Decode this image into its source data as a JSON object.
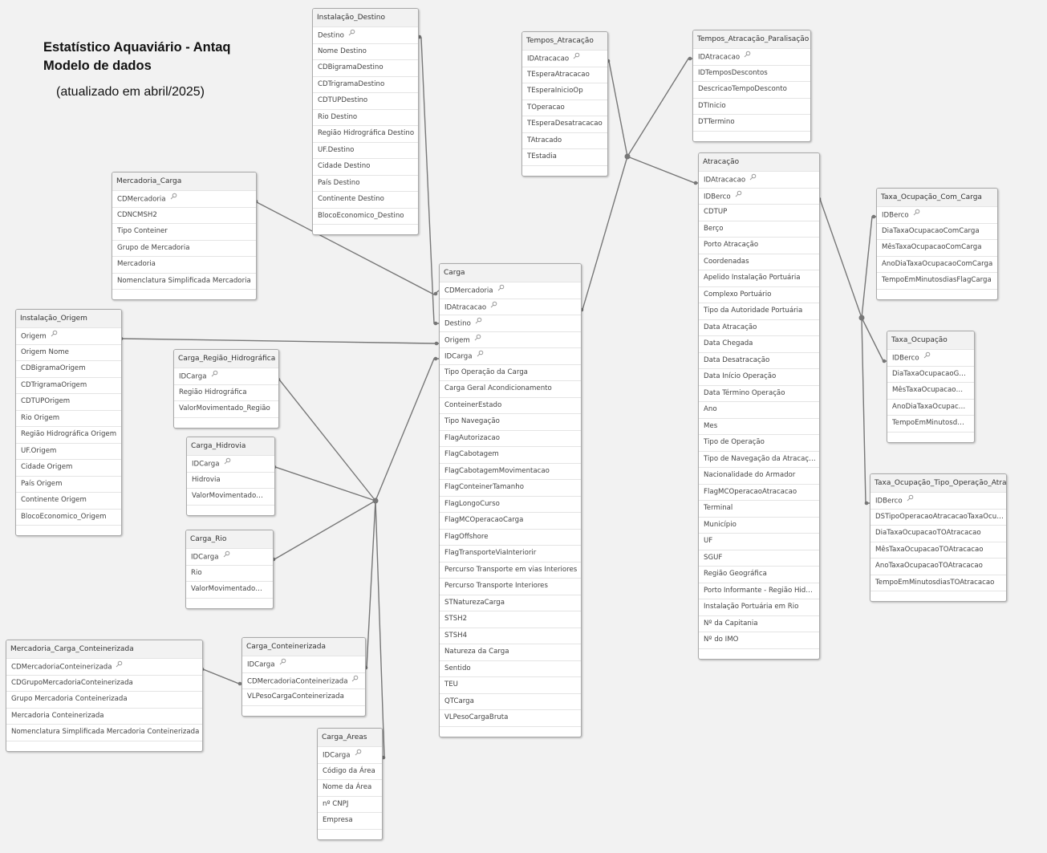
{
  "header": {
    "title_line1": "Estatístico Aquaviário - Antaq",
    "title_line2": "Modelo de dados",
    "subtitle": "(atualizado em abril/2025)"
  },
  "colors": {
    "background": "#f2f2f2",
    "link": "#777777",
    "table_header": "#f2f2f2"
  },
  "tables": [
    {
      "id": "instalacao_destino",
      "name": "Instalação_Destino",
      "fields": [
        {
          "n": "Destino",
          "key": true
        },
        {
          "n": "Nome Destino"
        },
        {
          "n": "CDBigramaDestino"
        },
        {
          "n": "CDTrigramaDestino"
        },
        {
          "n": "CDTUPDestino"
        },
        {
          "n": "Rio Destino"
        },
        {
          "n": "Região Hidrográfica Destino"
        },
        {
          "n": "UF.Destino"
        },
        {
          "n": "Cidade Destino"
        },
        {
          "n": "País Destino"
        },
        {
          "n": "Continente Destino"
        },
        {
          "n": "BlocoEconomico_Destino"
        }
      ]
    },
    {
      "id": "tempos_atracacao",
      "name": "Tempos_Atracação",
      "fields": [
        {
          "n": "IDAtracacao",
          "key": true
        },
        {
          "n": "TEsperaAtracacao"
        },
        {
          "n": "TEsperaInicioOp"
        },
        {
          "n": "TOperacao"
        },
        {
          "n": "TEsperaDesatracacao"
        },
        {
          "n": "TAtracado"
        },
        {
          "n": "TEstadia"
        }
      ]
    },
    {
      "id": "tempos_paralisacao",
      "name": "Tempos_Atracação_Paralisação",
      "fields": [
        {
          "n": "IDAtracacao",
          "key": true
        },
        {
          "n": "IDTemposDescontos"
        },
        {
          "n": "DescricaoTempoDesconto"
        },
        {
          "n": "DTInicio"
        },
        {
          "n": "DTTermino"
        }
      ]
    },
    {
      "id": "mercadoria_carga",
      "name": "Mercadoria_Carga",
      "fields": [
        {
          "n": "CDMercadoria",
          "key": true
        },
        {
          "n": "CDNCMSH2"
        },
        {
          "n": "Tipo Conteiner"
        },
        {
          "n": "Grupo de Mercadoria"
        },
        {
          "n": "Mercadoria"
        },
        {
          "n": "Nomenclatura Simplificada Mercadoria"
        }
      ]
    },
    {
      "id": "instalacao_origem",
      "name": "Instalação_Origem",
      "fields": [
        {
          "n": "Origem",
          "key": true
        },
        {
          "n": "Origem Nome"
        },
        {
          "n": "CDBigramaOrigem"
        },
        {
          "n": "CDTrigramaOrigem"
        },
        {
          "n": "CDTUPOrigem"
        },
        {
          "n": "Rio Origem"
        },
        {
          "n": "Região Hidrográfica Origem"
        },
        {
          "n": "UF.Origem"
        },
        {
          "n": "Cidade Origem"
        },
        {
          "n": "País Origem"
        },
        {
          "n": "Continente Origem"
        },
        {
          "n": "BlocoEconomico_Origem"
        }
      ]
    },
    {
      "id": "carga_regiao",
      "name": "Carga_Região_Hidrográfica",
      "fields": [
        {
          "n": "IDCarga",
          "key": true
        },
        {
          "n": "Região Hidrográfica"
        },
        {
          "n": "ValorMovimentado_Região"
        }
      ]
    },
    {
      "id": "carga_hidrovia",
      "name": "Carga_Hidrovia",
      "fields": [
        {
          "n": "IDCarga",
          "key": true
        },
        {
          "n": "Hidrovia"
        },
        {
          "n": "ValorMovimentado…"
        }
      ]
    },
    {
      "id": "carga_rio",
      "name": "Carga_Rio",
      "fields": [
        {
          "n": "IDCarga",
          "key": true
        },
        {
          "n": "Rio"
        },
        {
          "n": "ValorMovimentado…"
        }
      ]
    },
    {
      "id": "carga",
      "name": "Carga",
      "fields": [
        {
          "n": "CDMercadoria",
          "key": true
        },
        {
          "n": "IDAtracacao",
          "key": true
        },
        {
          "n": "Destino",
          "key": true
        },
        {
          "n": "Origem",
          "key": true
        },
        {
          "n": "IDCarga",
          "key": true
        },
        {
          "n": "Tipo Operação da Carga"
        },
        {
          "n": "Carga Geral Acondicionamento"
        },
        {
          "n": "ConteinerEstado"
        },
        {
          "n": "Tipo Navegação"
        },
        {
          "n": "FlagAutorizacao"
        },
        {
          "n": "FlagCabotagem"
        },
        {
          "n": "FlagCabotagemMovimentacao"
        },
        {
          "n": "FlagConteinerTamanho"
        },
        {
          "n": "FlagLongoCurso"
        },
        {
          "n": "FlagMCOperacaoCarga"
        },
        {
          "n": "FlagOffshore"
        },
        {
          "n": "FlagTransporteViaInteriorir"
        },
        {
          "n": "Percurso Transporte em vias Interiores"
        },
        {
          "n": "Percurso Transporte Interiores"
        },
        {
          "n": "STNaturezaCarga"
        },
        {
          "n": "STSH2"
        },
        {
          "n": "STSH4"
        },
        {
          "n": "Natureza da Carga"
        },
        {
          "n": "Sentido"
        },
        {
          "n": "TEU"
        },
        {
          "n": "QTCarga"
        },
        {
          "n": "VLPesoCargaBruta"
        }
      ]
    },
    {
      "id": "atracacao",
      "name": "Atracação",
      "fields": [
        {
          "n": "IDAtracacao",
          "key": true
        },
        {
          "n": "IDBerco",
          "key": true
        },
        {
          "n": "CDTUP"
        },
        {
          "n": "Berço"
        },
        {
          "n": "Porto Atracação"
        },
        {
          "n": "Coordenadas"
        },
        {
          "n": "Apelido Instalação Portuária"
        },
        {
          "n": "Complexo Portuário"
        },
        {
          "n": "Tipo da Autoridade Portuária"
        },
        {
          "n": "Data Atracação"
        },
        {
          "n": "Data Chegada"
        },
        {
          "n": "Data Desatracação"
        },
        {
          "n": "Data Início Operação"
        },
        {
          "n": "Data Término Operação"
        },
        {
          "n": "Ano"
        },
        {
          "n": "Mes"
        },
        {
          "n": "Tipo de Operação"
        },
        {
          "n": "Tipo de Navegação da Atracaç…"
        },
        {
          "n": "Nacionalidade do Armador"
        },
        {
          "n": "FlagMCOperacaoAtracacao"
        },
        {
          "n": "Terminal"
        },
        {
          "n": "Município"
        },
        {
          "n": "UF"
        },
        {
          "n": "SGUF"
        },
        {
          "n": "Região Geográfica"
        },
        {
          "n": "Porto Informante - Região Hid…"
        },
        {
          "n": "Instalação Portuária em Rio"
        },
        {
          "n": "Nº da Capitania"
        },
        {
          "n": "Nº do IMO"
        }
      ]
    },
    {
      "id": "taxa_com_carga",
      "name": "Taxa_Ocupação_Com_Carga",
      "fields": [
        {
          "n": "IDBerco",
          "key": true
        },
        {
          "n": "DiaTaxaOcupacaoComCarga"
        },
        {
          "n": "MêsTaxaOcupacaoComCarga"
        },
        {
          "n": "AnoDiaTaxaOcupacaoComCarga"
        },
        {
          "n": "TempoEmMinutosdiasFlagCarga"
        }
      ]
    },
    {
      "id": "taxa_ocupacao",
      "name": "Taxa_Ocupação",
      "fields": [
        {
          "n": "IDBerco",
          "key": true
        },
        {
          "n": "DiaTaxaOcupacaoG…"
        },
        {
          "n": "MêsTaxaOcupacao…"
        },
        {
          "n": "AnoDiaTaxaOcupac…"
        },
        {
          "n": "TempoEmMinutosd…"
        }
      ]
    },
    {
      "id": "taxa_tipo_operacao",
      "name": "Taxa_Ocupação_Tipo_Operação_Atracação",
      "fields": [
        {
          "n": "IDBerco",
          "key": true
        },
        {
          "n": "DSTipoOperacaoAtracacaoTaxaOcupacao"
        },
        {
          "n": "DiaTaxaOcupacaoTOAtracacao"
        },
        {
          "n": "MêsTaxaOcupacaoTOAtracacao"
        },
        {
          "n": "AnoTaxaOcupacaoTOAtracacao"
        },
        {
          "n": "TempoEmMinutosdiasTOAtracacao"
        }
      ]
    },
    {
      "id": "mercadoria_conteinerizada",
      "name": "Mercadoria_Carga_Conteinerizada",
      "fields": [
        {
          "n": "CDMercadoriaConteinerizada",
          "key": true
        },
        {
          "n": "CDGrupoMercadoriaConteinerizada"
        },
        {
          "n": "Grupo Mercadoria Conteinerizada"
        },
        {
          "n": "Mercadoria Conteinerizada"
        },
        {
          "n": "Nomenclatura Simplificada Mercadoria Conteinerizada"
        }
      ]
    },
    {
      "id": "carga_conteinerizada",
      "name": "Carga_Conteinerizada",
      "fields": [
        {
          "n": "IDCarga",
          "key": true
        },
        {
          "n": "CDMercadoriaConteinerizada",
          "key": true
        },
        {
          "n": "VLPesoCargaConteinerizada"
        }
      ]
    },
    {
      "id": "carga_areas",
      "name": "Carga_Areas",
      "fields": [
        {
          "n": "IDCarga",
          "key": true
        },
        {
          "n": "Código da Área"
        },
        {
          "n": "Nome da Área"
        },
        {
          "n": "nº CNPJ"
        },
        {
          "n": "Empresa"
        }
      ]
    }
  ]
}
